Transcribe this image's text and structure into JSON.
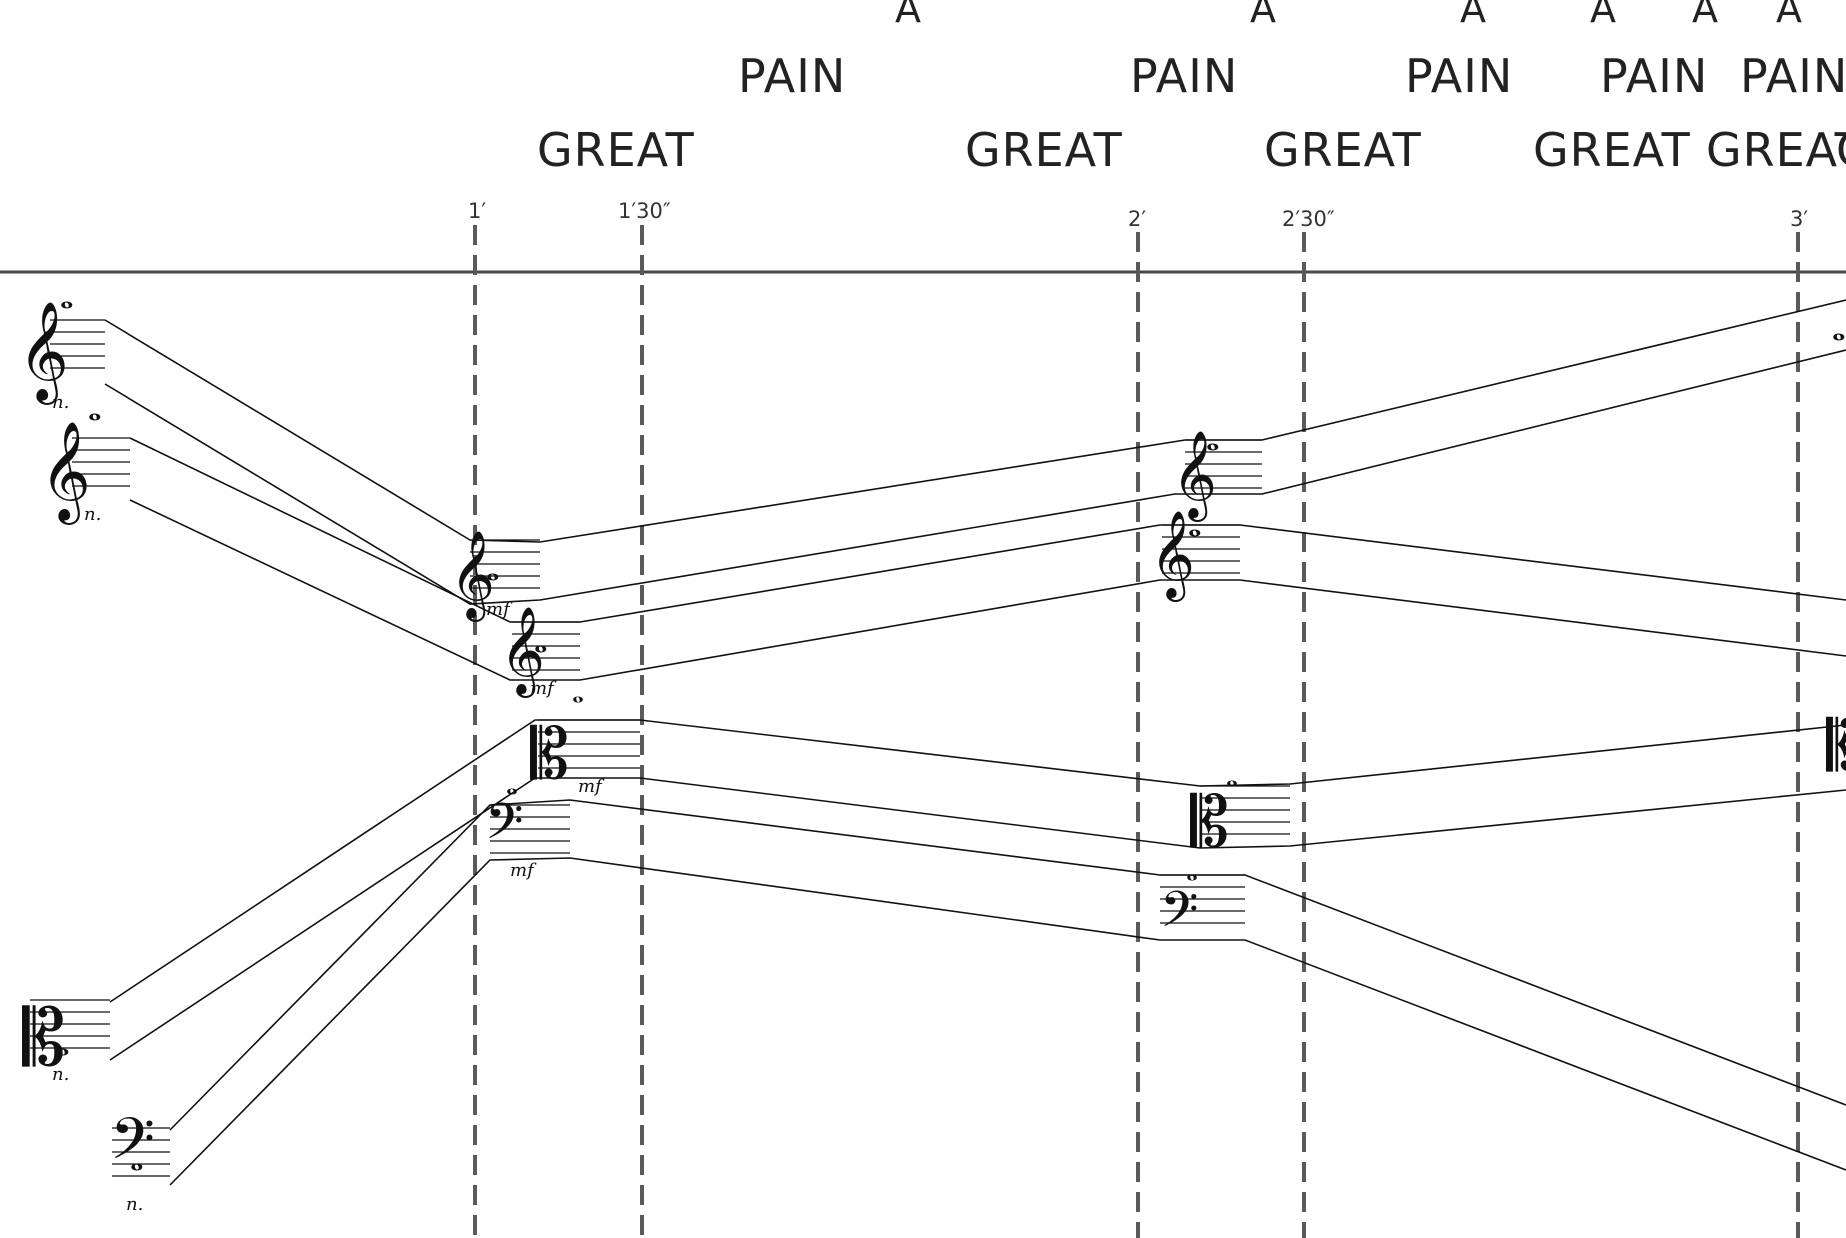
{
  "words": {
    "a": [
      "A",
      "A",
      "A",
      "A",
      "A",
      "A"
    ],
    "pain": [
      "PAIN",
      "PAIN",
      "PAIN",
      "PAIN",
      "PAIN"
    ],
    "great": [
      "GREAT",
      "GREAT",
      "GREAT",
      "GREAT",
      "GREAT",
      "G"
    ]
  },
  "time_markers": [
    "1′",
    "1′30″",
    "2′",
    "2′30″",
    "3′"
  ],
  "staves": [
    {
      "clef": "treble",
      "clef_glyph": "𝄞",
      "note_glyph": "𝅝",
      "marking": "n."
    },
    {
      "clef": "treble",
      "clef_glyph": "𝄞",
      "note_glyph": "𝅝",
      "marking": "n."
    },
    {
      "clef": "alto",
      "clef_glyph": "𝄡",
      "note_glyph": "𝅝",
      "marking": "n."
    },
    {
      "clef": "bass",
      "clef_glyph": "𝄢",
      "note_glyph": "𝅝",
      "marking": "n."
    }
  ],
  "dynamics": [
    "mf",
    "mf",
    "mf",
    "mf"
  ],
  "fermata_note": "𝅝"
}
